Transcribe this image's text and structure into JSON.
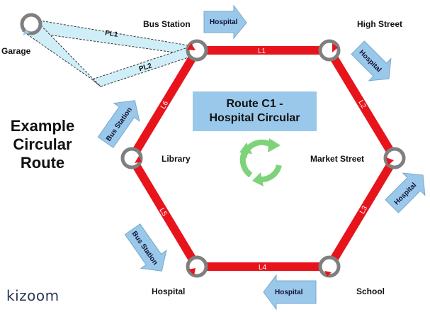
{
  "title": {
    "line1": "Route C1 -",
    "line2": "Hospital Circular"
  },
  "heading": {
    "line1": "Example",
    "line2": "Circular",
    "line3": "Route"
  },
  "logo": "kizoom",
  "colors": {
    "route": "#e8141c",
    "link": "#cfeef8",
    "arrow": "#9ac8ea",
    "stop": "#7f7f7f",
    "recycle": "#7ed37a"
  },
  "stops": {
    "garage": "Garage",
    "bus_station": "Bus Station",
    "high_street": "High Street",
    "market_street": "Market Street",
    "school": "School",
    "hospital": "Hospital",
    "library": "Library"
  },
  "segments": {
    "l1": "L1",
    "l2": "L2",
    "l3": "L3",
    "l4": "L4",
    "l5": "L5",
    "l6": "L6",
    "pl1": "PL1",
    "pl2": "PL2"
  },
  "arrows": {
    "top": "Hospital",
    "right_upper": "Hospital",
    "right_lower": "Hospital",
    "bottom": "Hospital",
    "left_upper": "Bus Station",
    "left_lower": "Bus Station"
  },
  "icons": {
    "recycle": "recycle-icon"
  }
}
